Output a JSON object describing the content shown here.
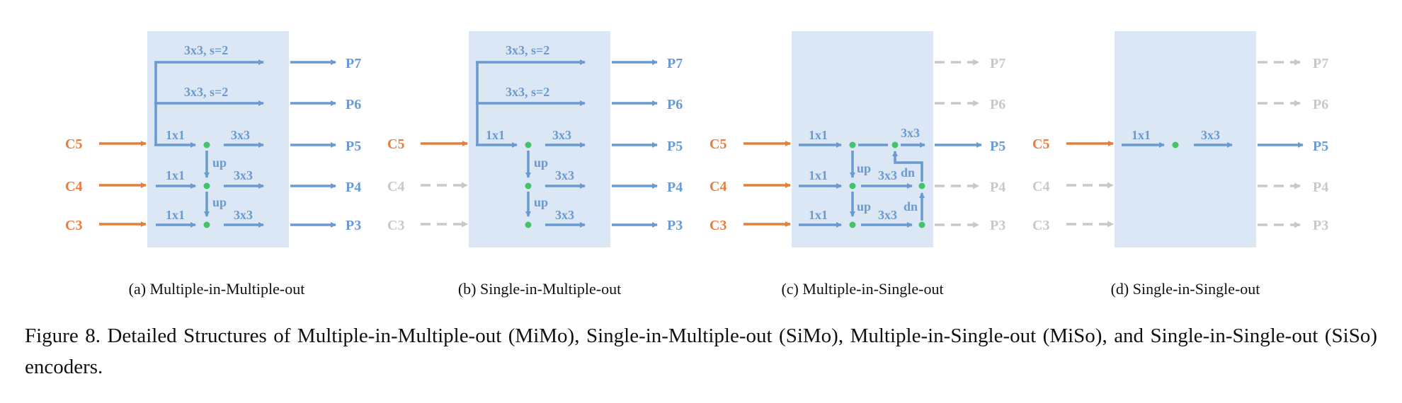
{
  "colors": {
    "panel": "#dce7f5",
    "arrow_blue": "#6a9ad2",
    "arrow_orange": "#e67e3c",
    "inactive": "#c8c8c8",
    "node": "#44c46a"
  },
  "labels": {
    "c5": "C5",
    "c4": "C4",
    "c3": "C3",
    "p7": "P7",
    "p6": "P6",
    "p5": "P5",
    "p4": "P4",
    "p3": "P3",
    "conv1x1": "1x1",
    "conv3x3": "3x3",
    "conv3x3s2": "3x3, s=2",
    "up": "up",
    "dn": "dn"
  },
  "panels": {
    "a": {
      "caption": "(a) Multiple-in-Multiple-out"
    },
    "b": {
      "caption": "(b) Single-in-Multiple-out"
    },
    "c": {
      "caption": "(c) Multiple-in-Single-out"
    },
    "d": {
      "caption": "(d) Single-in-Single-out"
    }
  },
  "figure_caption": "Figure 8. Detailed Structures of Multiple-in-Multiple-out (MiMo), Single-in-Multiple-out (SiMo), Multiple-in-Single-out (MiSo), and Single-in-Single-out (SiSo) encoders."
}
